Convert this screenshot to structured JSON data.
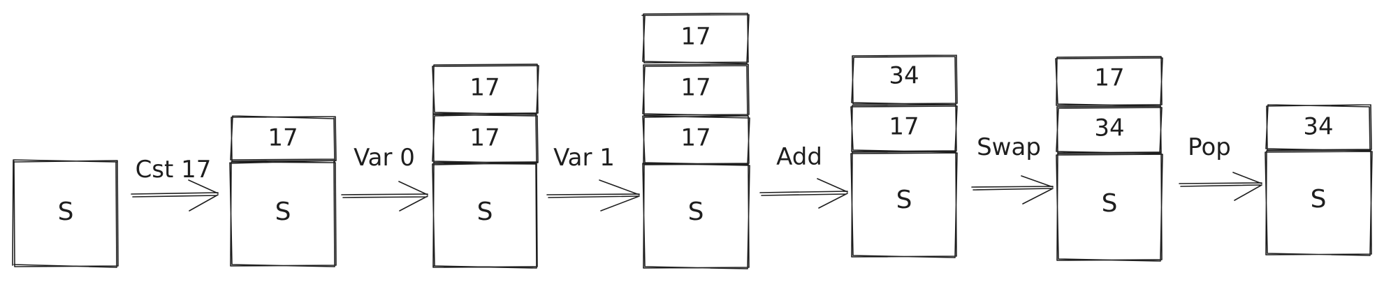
{
  "stacks": [
    {
      "base": "S",
      "cells": []
    },
    {
      "base": "S",
      "cells": [
        "17"
      ]
    },
    {
      "base": "S",
      "cells": [
        "17",
        "17"
      ]
    },
    {
      "base": "S",
      "cells": [
        "17",
        "17",
        "17"
      ]
    },
    {
      "base": "S",
      "cells": [
        "17",
        "34"
      ]
    },
    {
      "base": "S",
      "cells": [
        "34",
        "17"
      ]
    },
    {
      "base": "S",
      "cells": [
        "34"
      ]
    }
  ],
  "operations": [
    "Cst 17",
    "Var 0",
    "Var 1",
    "Add",
    "Swap",
    "Pop"
  ]
}
